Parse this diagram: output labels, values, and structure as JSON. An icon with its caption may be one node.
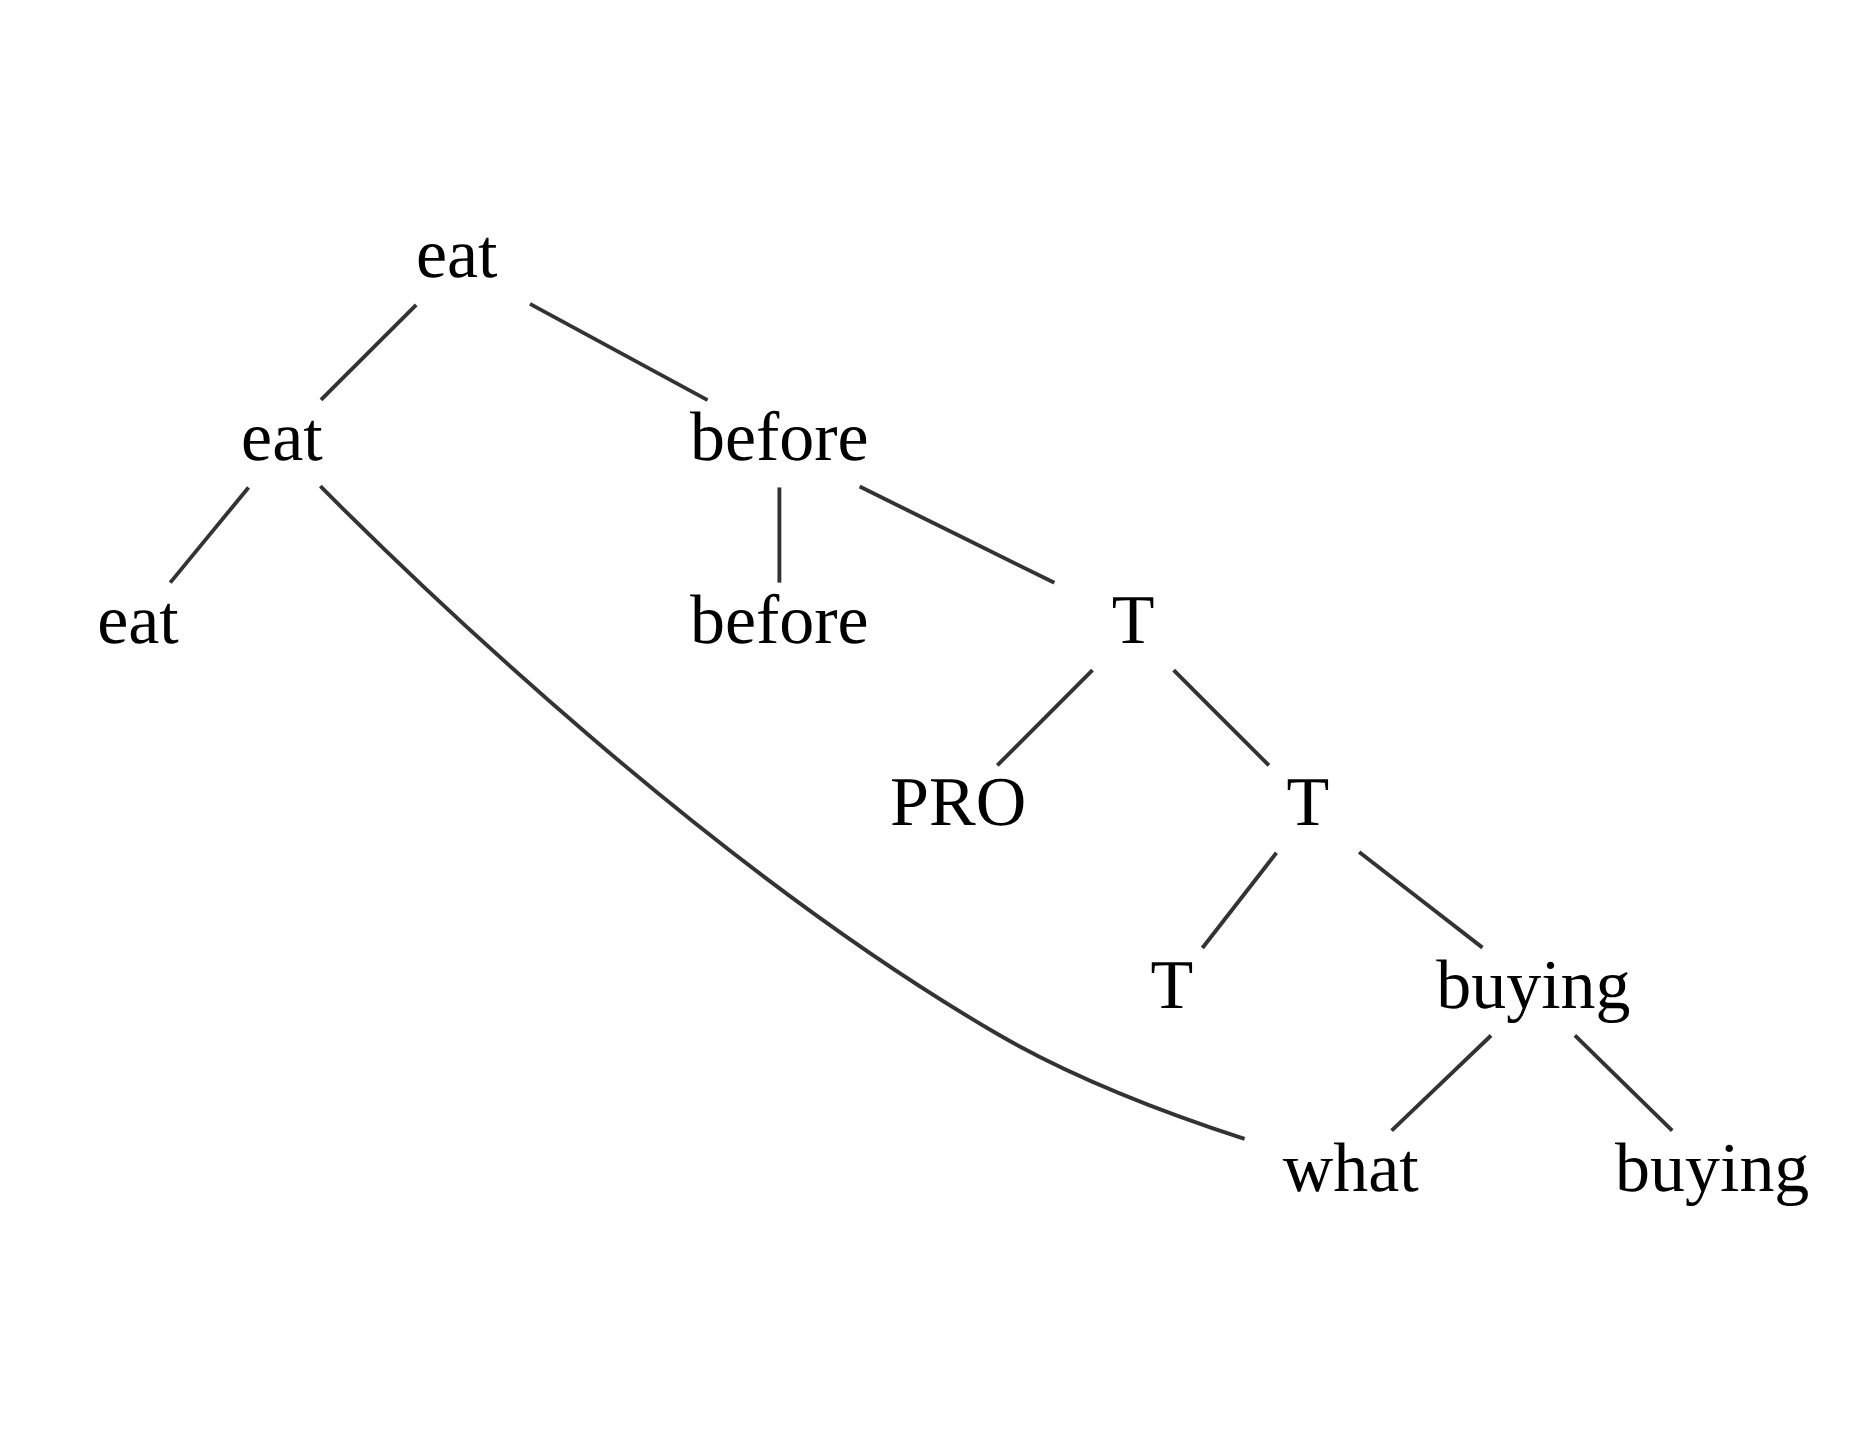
{
  "diagram": {
    "nodes": [
      {
        "text": [
          "eat"
        ]
      },
      {
        "text": [
          "eat"
        ]
      },
      {
        "text": [
          "before"
        ]
      },
      {
        "text": [
          "eat"
        ]
      },
      {
        "text": [
          "before"
        ]
      },
      {
        "text": [
          "T"
        ]
      },
      {
        "text": [
          "PRO"
        ]
      },
      {
        "text": [
          "T"
        ]
      },
      {
        "text": [
          "T"
        ]
      },
      {
        "text": [
          "buying"
        ]
      },
      {
        "text": [
          "buying"
        ]
      },
      {
        "text": [
          "what"
        ]
      }
    ],
    "edges": [
      {
        "from": 0,
        "to": 1,
        "arrow": "none"
      },
      {
        "from": 0,
        "to": 2,
        "arrow": "none"
      },
      {
        "from": 1,
        "to": 3,
        "arrow": "none"
      },
      {
        "from": 1,
        "to": 11,
        "arrow": "none"
      },
      {
        "from": 2,
        "to": 4,
        "arrow": "none"
      },
      {
        "from": 2,
        "to": 5,
        "arrow": "none"
      },
      {
        "from": 5,
        "to": 6,
        "arrow": "none"
      },
      {
        "from": 5,
        "to": 7,
        "arrow": "none"
      },
      {
        "from": 7,
        "to": 8,
        "arrow": "none"
      },
      {
        "from": 7,
        "to": 9,
        "arrow": "none"
      },
      {
        "from": 9,
        "to": 10,
        "arrow": "none"
      },
      {
        "from": 9,
        "to": 11,
        "arrow": "none"
      }
    ]
  }
}
